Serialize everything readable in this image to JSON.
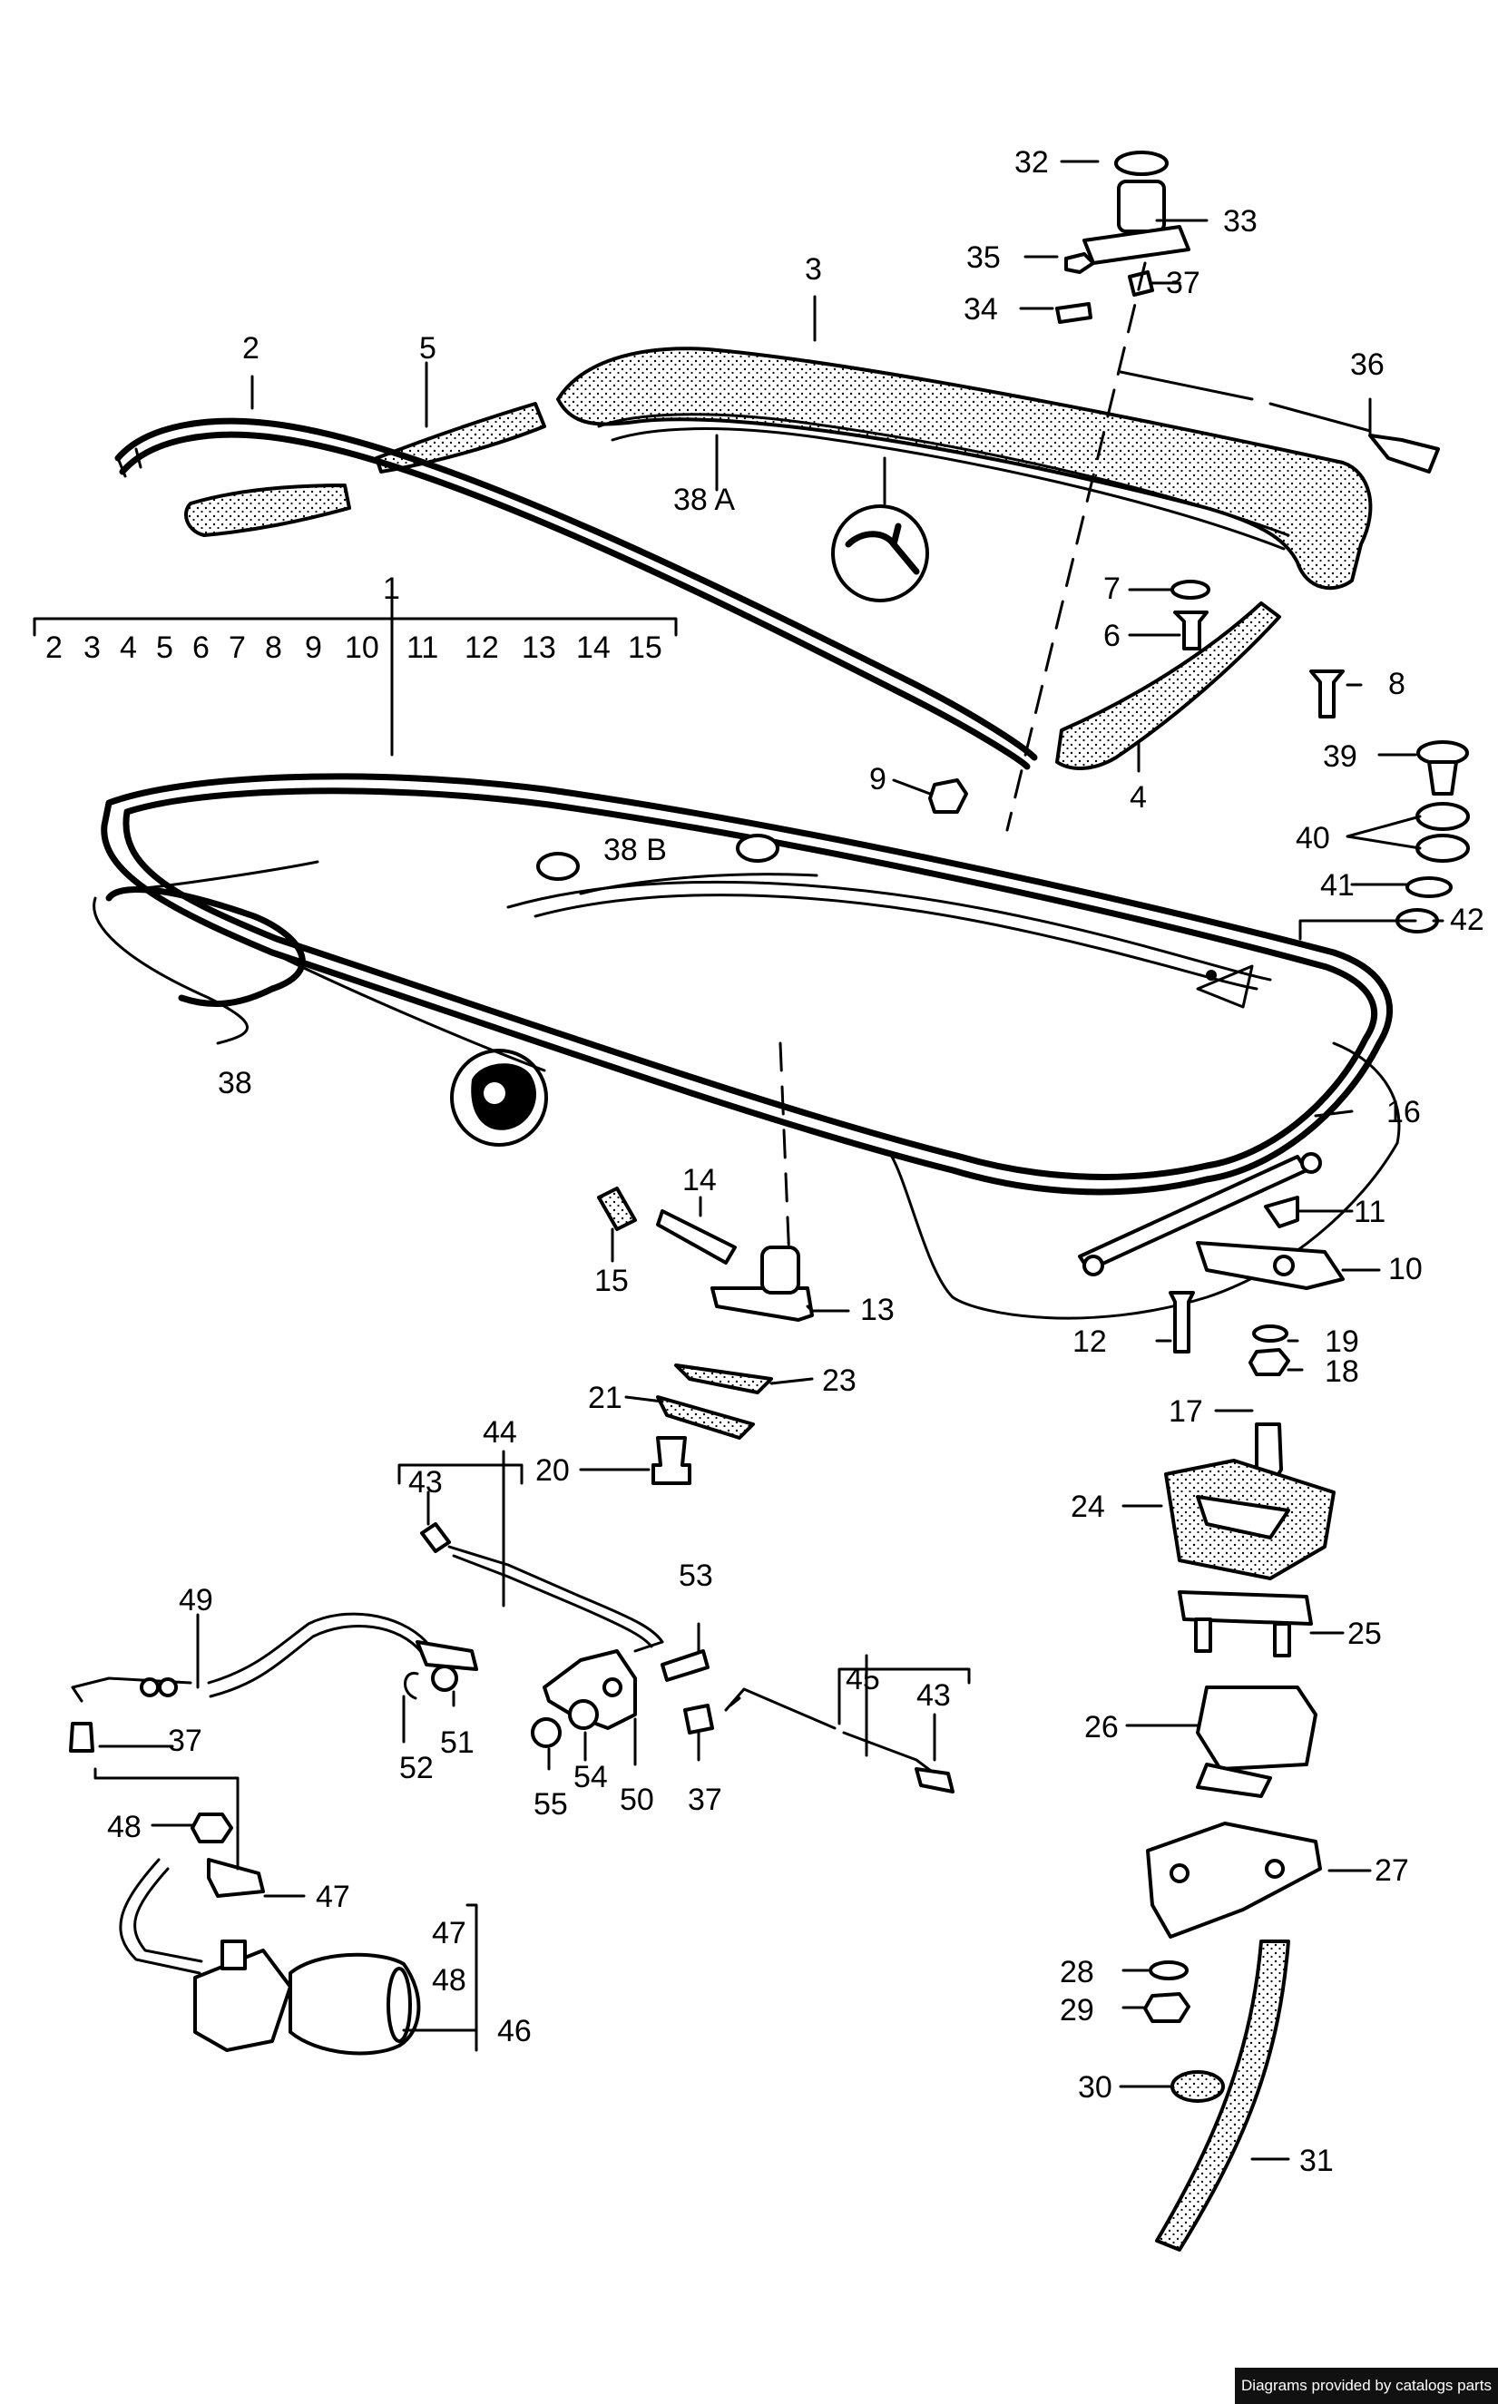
{
  "footer_credit": "Diagrams provided by catalogs parts",
  "callouts": {
    "c1": "1",
    "c2": "2",
    "c3": "3",
    "c4": "4",
    "c5": "5",
    "c6": "6",
    "c7": "7",
    "c8": "8",
    "c9": "9",
    "c10": "10",
    "c11": "11",
    "c12": "12",
    "c13": "13",
    "c14": "14",
    "c15": "15",
    "c16": "16",
    "c17": "17",
    "c18": "18",
    "c19": "19",
    "c20": "20",
    "c21": "21",
    "c23": "23",
    "c24": "24",
    "c25": "25",
    "c26": "26",
    "c27": "27",
    "c28": "28",
    "c29": "29",
    "c30": "30",
    "c31": "31",
    "c32": "32",
    "c33": "33",
    "c34": "34",
    "c35": "35",
    "c36": "36",
    "c37a": "37",
    "c37b": "37",
    "c37c": "37",
    "c38": "38",
    "c38a": "38 A",
    "c38b": "38 B",
    "c39": "39",
    "c40": "40",
    "c41": "41",
    "c42": "42",
    "c43a": "43",
    "c43b": "43",
    "c44": "44",
    "c45": "45",
    "c46": "46",
    "c47a": "47",
    "c47b": "47",
    "c48a": "48",
    "c48b": "48",
    "c49": "49",
    "c50": "50",
    "c51": "51",
    "c52": "52",
    "c53": "53",
    "c54": "54",
    "c55": "55"
  },
  "group_1": [
    "2",
    "3",
    "4",
    "5",
    "6",
    "7",
    "8",
    "9",
    "10",
    "11",
    "12",
    "13",
    "14",
    "15"
  ]
}
